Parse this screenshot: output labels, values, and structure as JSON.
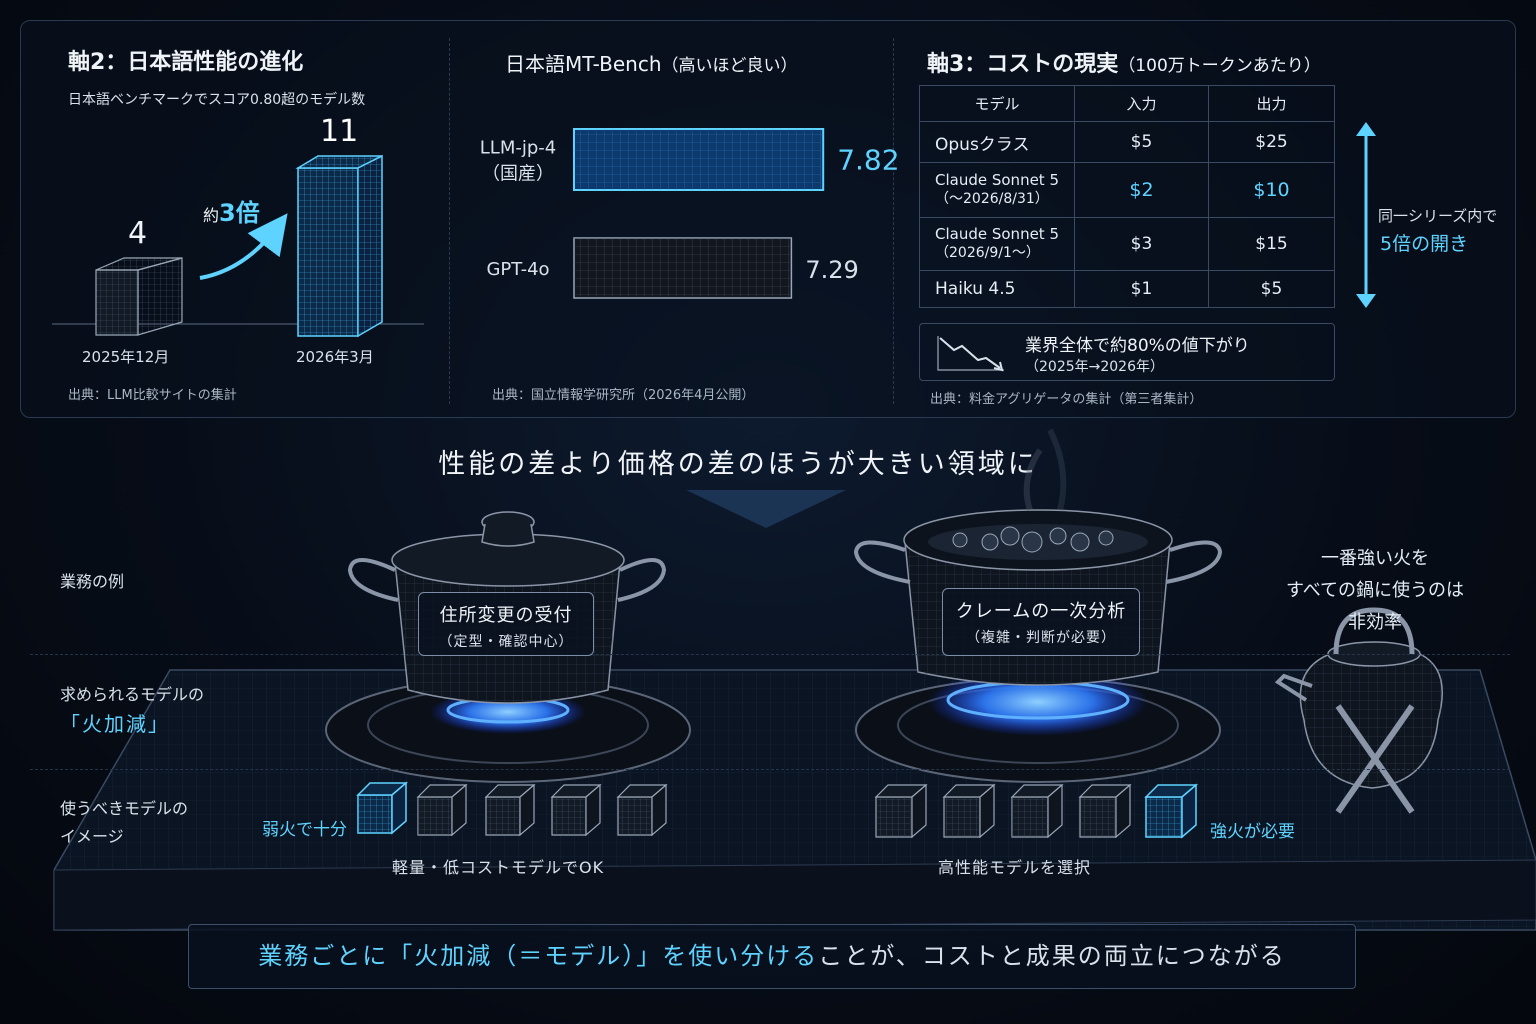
{
  "axis2": {
    "title": "軸2：日本語性能の進化",
    "subtitle": "日本語ベンチマークでスコア0.80超のモデル数",
    "before_value": "4",
    "after_value": "11",
    "before_label": "2025年12月",
    "after_label": "2026年3月",
    "growth_prefix": "約",
    "growth_value": "3倍",
    "source": "出典：LLM比較サイトの集計"
  },
  "mtbench": {
    "title": "日本語MT-Bench",
    "title_sub": "（高いほど良い）",
    "source": "出典：国立情報学研究所（2026年4月公開）"
  },
  "chart_data": {
    "type": "bar",
    "orientation": "horizontal",
    "title": "日本語MT-Bench（高いほど良い）",
    "categories": [
      "LLM-jp-4\n（国産）",
      "GPT-4o"
    ],
    "category_lines": [
      [
        "LLM-jp-4",
        "（国産）"
      ],
      [
        "GPT-4o"
      ]
    ],
    "values": [
      7.82,
      7.29
    ],
    "value_labels": [
      "7.82",
      "7.29"
    ],
    "xlim": [
      0,
      8.5
    ]
  },
  "axis3": {
    "title": "軸3：コストの現実",
    "title_sub": "（100万トークンあたり）",
    "table": {
      "headers": [
        "モデル",
        "入力",
        "出力"
      ],
      "rows": [
        {
          "model": "Opusクラス",
          "input": "$5",
          "output": "$25"
        },
        {
          "model_l1": "Claude Sonnet 5",
          "model_l2": "（〜2026/8/31）",
          "input": "$2",
          "output": "$10"
        },
        {
          "model_l1": "Claude Sonnet 5",
          "model_l2": "（2026/9/1〜）",
          "input": "$3",
          "output": "$15"
        },
        {
          "model": "Haiku 4.5",
          "input": "$1",
          "output": "$5"
        }
      ]
    },
    "side_note_l1": "同一シリーズ内で",
    "side_note_l2": "5倍の開き",
    "note_l1": "業界全体で約80%の値下がり",
    "note_l2": "（2025年→2026年）",
    "source": "出典：料金アグリゲータの集計（第三者集計）"
  },
  "headline": "性能の差より価格の差のほうが大きい領域に",
  "stove": {
    "row1": "業務の例",
    "row2_l1": "求められるモデルの",
    "row2_l2": "「火加減」",
    "row3_l1": "使うべきモデルの",
    "row3_l2": "イメージ",
    "pot_left_l1": "住所変更の受付",
    "pot_left_l2": "（定型・確認中心）",
    "pot_right_l1": "クレームの一次分析",
    "pot_right_l2": "（複雑・判断が必要）",
    "left_model_tag": "弱火で十分",
    "left_caption": "軽量・低コストモデルでOK",
    "right_model_tag": "強火が必要",
    "right_caption": "高性能モデルを選択",
    "kettle_l1": "一番強い火を",
    "kettle_l2": "すべての鍋に使うのは",
    "kettle_l3": "非効率"
  },
  "bottom": {
    "highlight": "業務ごとに「火加減（＝モデル）」を使い分ける",
    "rest": "ことが、コストと成果の両立につながる"
  },
  "colors": {
    "accent": "#5fd3ff",
    "flame": "#2f7dff",
    "background": "#070d18"
  }
}
